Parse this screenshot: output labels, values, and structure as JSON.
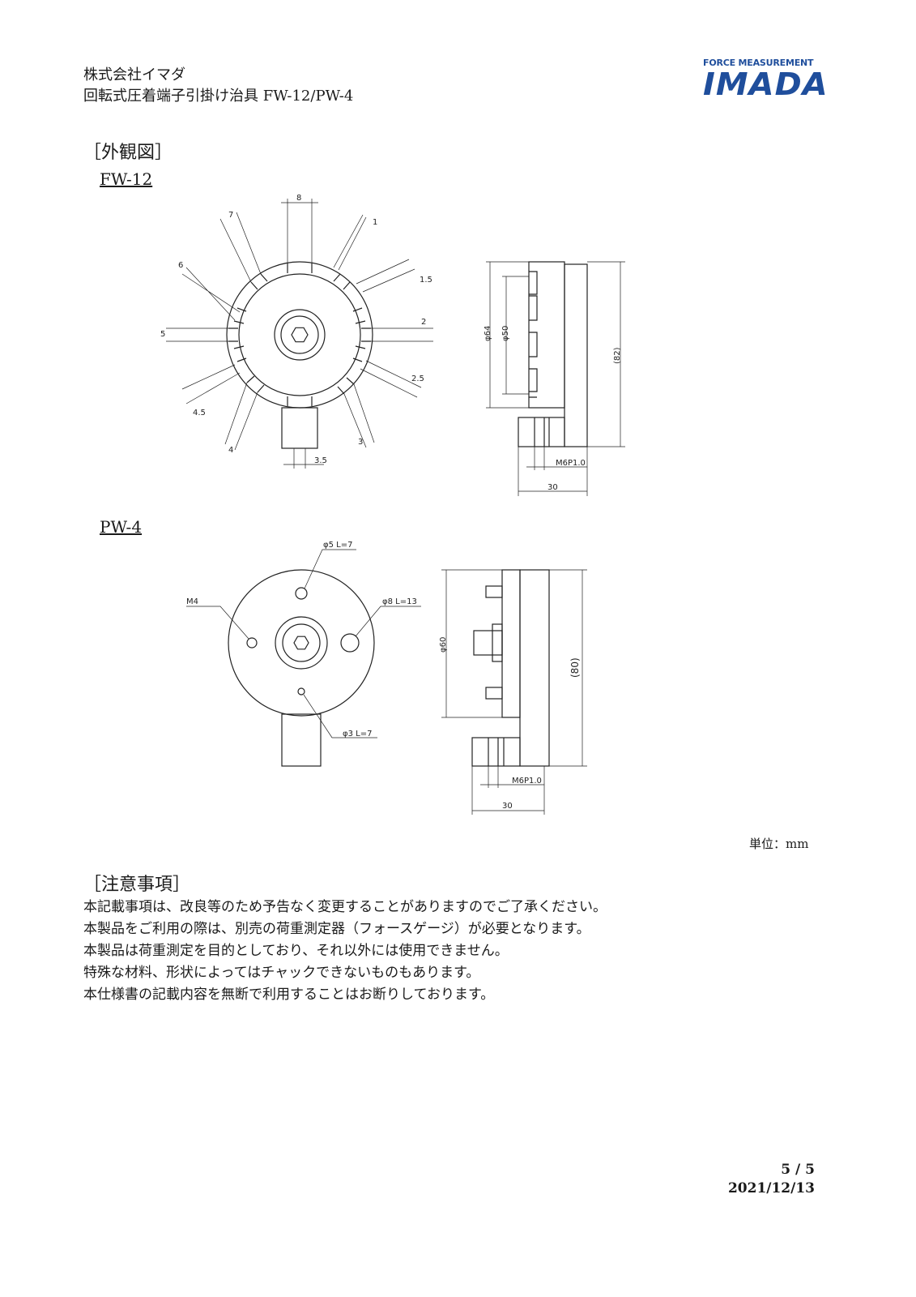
{
  "header": {
    "company": "株式会社イマダ",
    "document_title": "回転式圧着端子引掛け治具 FW-12/PW-4",
    "logo_tagline": "FORCE MEASUREMENT",
    "logo_word": "IMADA"
  },
  "outline": {
    "heading": "［外観図］",
    "fw12": {
      "label": "FW-12",
      "dims": {
        "slot_8": "8",
        "slot_7": "7",
        "slot_1": "1",
        "slot_6": "6",
        "slot_1_5": "1.5",
        "slot_5": "5",
        "slot_2": "2",
        "slot_2_5": "2.5",
        "slot_4_5": "4.5",
        "slot_4": "4",
        "slot_3": "3",
        "slot_3_5": "3.5",
        "dia_64": "φ64",
        "dia_50": "φ50",
        "height_82": "(82)",
        "thread": "M6P1.0",
        "width_30": "30"
      }
    },
    "pw4": {
      "label": "PW-4",
      "dims": {
        "pin_5": "φ5 L=7",
        "pin_8": "φ8 L=13",
        "tap_m4": "M4",
        "pin_3": "φ3 L=7",
        "dia_60": "φ60",
        "height_80": "(80)",
        "thread": "M6P1.0",
        "width_30": "30"
      }
    },
    "unit": "単位：mm"
  },
  "notes": {
    "heading": "［注意事項］",
    "items": [
      "本記載事項は、改良等のため予告なく変更することがありますのでご了承ください。",
      "本製品をご利用の際は、別売の荷重測定器（フォースゲージ）が必要となります。",
      "本製品は荷重測定を目的としており、それ以外には使用できません。",
      "特殊な材料、形状によってはチャックできないものもあります。",
      "本仕様書の記載内容を無断で利用することはお断りしております。"
    ]
  },
  "footer": {
    "page": "5 / 5",
    "date": "2021/12/13"
  },
  "colors": {
    "logo_blue": "#1f4e9c",
    "line": "#222222"
  }
}
